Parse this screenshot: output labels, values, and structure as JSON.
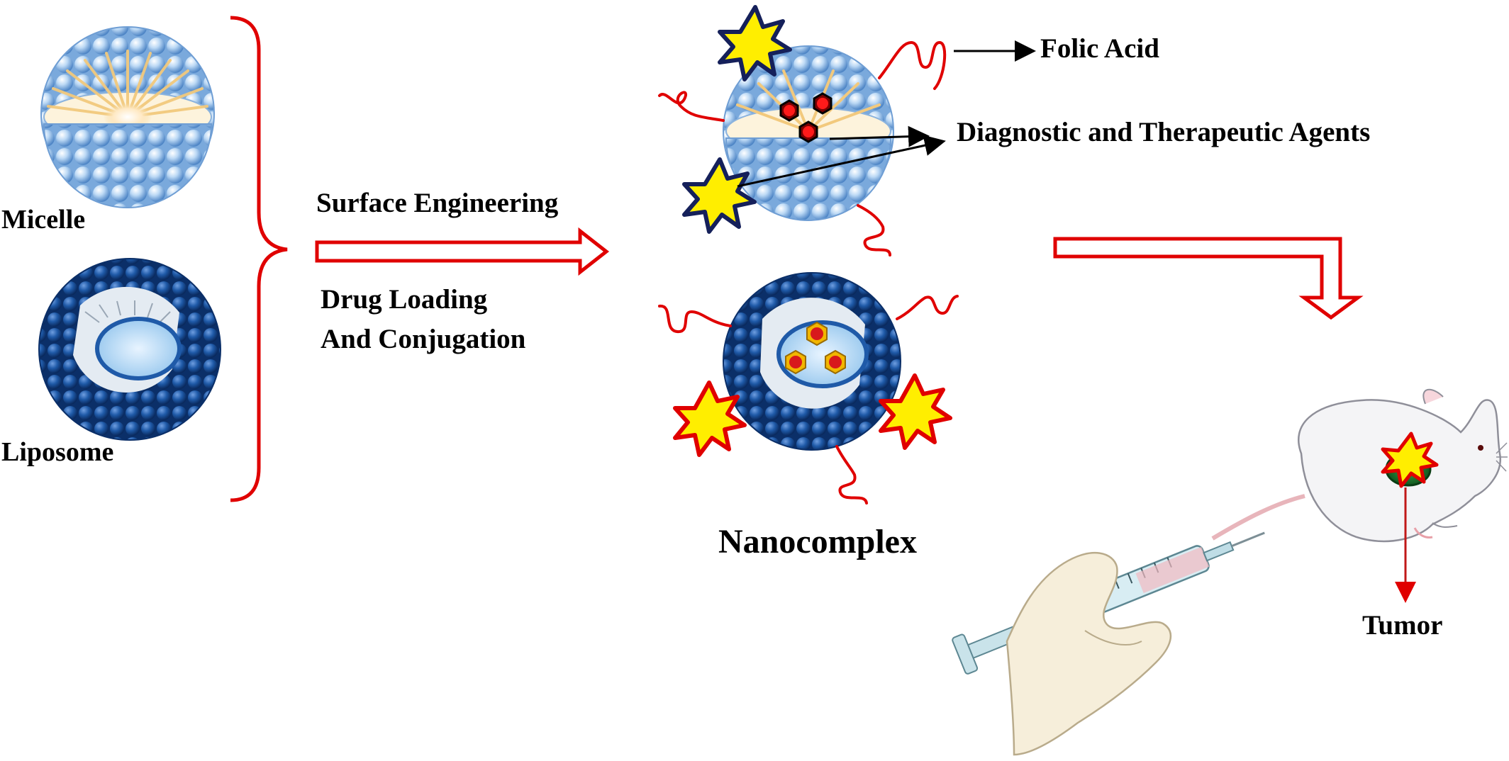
{
  "labels": {
    "micelle": "Micelle",
    "liposome": "Liposome",
    "surface_engineering": "Surface Engineering",
    "drug_loading_line1": "Drug Loading",
    "drug_loading_line2": "And Conjugation",
    "folic_acid": "Folic Acid",
    "agents": "Diagnostic and Therapeutic Agents",
    "nanocomplex": "Nanocomplex",
    "tumor": "Tumor"
  },
  "colors": {
    "arrow_red": "#e00000",
    "micelle_blue": "#a9cdf0",
    "liposome_blue": "#1d4f96",
    "tail_yellow": "#f5d9a0",
    "star_yellow": "#ffee00",
    "star_navy": "#15205a",
    "drug_red": "#d8191c",
    "tumor_green": "#1e7a2e"
  }
}
